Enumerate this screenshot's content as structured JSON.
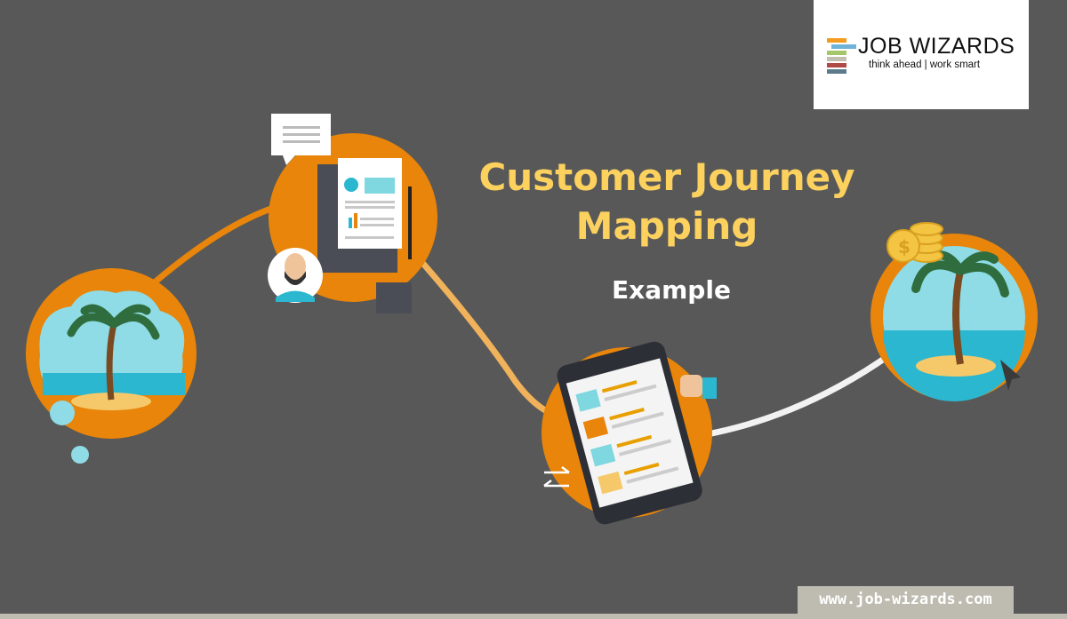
{
  "logo": {
    "name": "JOB WIZARDS",
    "tagline": "think ahead | work smart",
    "bar_colors": [
      "#f39c1f",
      "#6fb3d9",
      "#a4c76a",
      "#c2bfb0",
      "#b04a45",
      "#5c7a8a"
    ]
  },
  "title": "Customer Journey Mapping",
  "subtitle": "Example",
  "footer": {
    "url": "www.job-wizards.com"
  },
  "colors": {
    "background": "#585858",
    "orange": "#e8850a",
    "title": "#fcd15e",
    "sky": "#7fd7e0",
    "sea": "#2cb7d0"
  }
}
